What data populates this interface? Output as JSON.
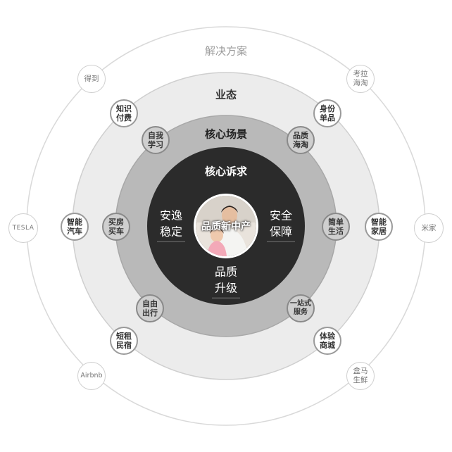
{
  "rings": {
    "outer_title": "解决方案",
    "middle_title": "业态",
    "inner_title": "核心场景",
    "core_title": "核心诉求"
  },
  "center": {
    "label": "品质新中产"
  },
  "core_items": {
    "left": "安逸\n稳定",
    "right": "安全\n保障",
    "bottom": "品质\n升级"
  },
  "outer_items": [
    {
      "key": "dedao",
      "label": "得到"
    },
    {
      "key": "kaola",
      "label": "考拉\n海淘"
    },
    {
      "key": "tesla",
      "label": "TESLA"
    },
    {
      "key": "mijia",
      "label": "米家"
    },
    {
      "key": "airbnb",
      "label": "Airbnb"
    },
    {
      "key": "hema",
      "label": "盒马\n生鲜"
    }
  ],
  "middle_items": [
    {
      "key": "knowledge-pay",
      "label": "知识\n付费"
    },
    {
      "key": "identity-items",
      "label": "身份\n单品"
    },
    {
      "key": "smart-car",
      "label": "智能\n汽车"
    },
    {
      "key": "smart-home",
      "label": "智能\n家居"
    },
    {
      "key": "short-rent",
      "label": "短租\n民宿"
    },
    {
      "key": "experience-mall",
      "label": "体验\n商城"
    }
  ],
  "inner_items": [
    {
      "key": "self-learning",
      "label": "自我\n学习"
    },
    {
      "key": "quality-haitao",
      "label": "品质\n海淘"
    },
    {
      "key": "buy-house-car",
      "label": "买房\n买车"
    },
    {
      "key": "simple-life",
      "label": "简单\n生活"
    },
    {
      "key": "free-travel",
      "label": "自由\n出行"
    },
    {
      "key": "one-stop",
      "label": "一站式\n服务"
    }
  ]
}
